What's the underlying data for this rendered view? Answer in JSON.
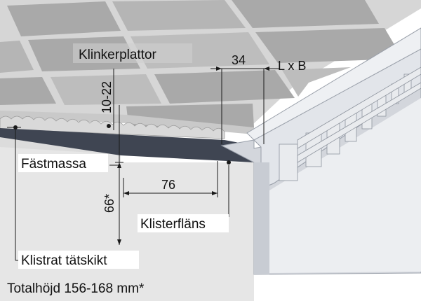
{
  "labels": {
    "tiles": "Klinkerplattor",
    "adhesive": "Fästmassa",
    "membrane": "Klistrat tätskikt",
    "flange": "Klisterfläns",
    "total_height": "Totalhöjd 156-168 mm*"
  },
  "dimensions": {
    "tile_thickness": "10-22",
    "height": "66*",
    "flange_width": "76",
    "frame_width": "34",
    "grating_size": "L x B"
  },
  "colors": {
    "background": "#ffffff",
    "floor_fill": "#e6e6e6",
    "tile_light": "#bcbcbc",
    "tile_dark": "#a7a7a7",
    "grout": "#d6d6d6",
    "adhesive": "#d9d9d9",
    "membrane": "#3f4552",
    "steel_light": "#eef0f3",
    "steel_mid": "#d3d6dc",
    "steel_dark": "#9aa0aa",
    "line": "#1a1a1a"
  }
}
